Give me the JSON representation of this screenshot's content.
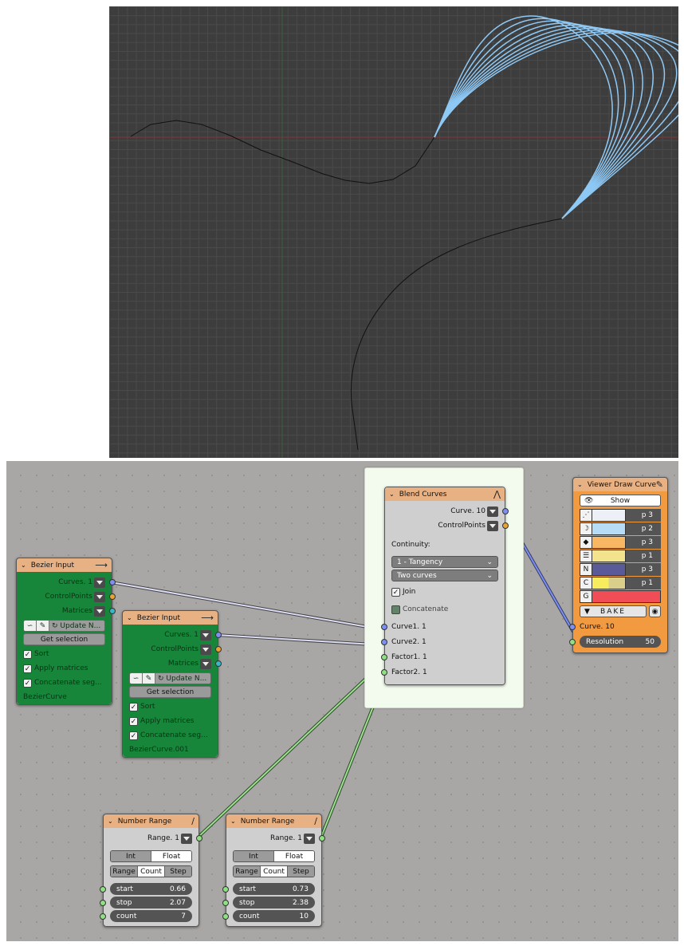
{
  "bezier_input_1": {
    "title": "Bezier Input",
    "outputs": {
      "curves": "Curves. 1",
      "control_points": "ControlPoints",
      "matrices": "Matrices"
    },
    "update_label": "Update N...",
    "get_selection": "Get selection",
    "sort": "Sort",
    "apply_matrices": "Apply matrices",
    "concatenate": "Concatenate seg...",
    "object_name": "BezierCurve"
  },
  "bezier_input_2": {
    "title": "Bezier Input",
    "outputs": {
      "curves": "Curves. 1",
      "control_points": "ControlPoints",
      "matrices": "Matrices"
    },
    "update_label": "Update N...",
    "get_selection": "Get selection",
    "sort": "Sort",
    "apply_matrices": "Apply matrices",
    "concatenate": "Concatenate seg...",
    "object_name": "BezierCurve.001"
  },
  "blend_curves": {
    "title": "Blend Curves",
    "outputs": {
      "curve": "Curve. 10",
      "control_points": "ControlPoints"
    },
    "continuity_label": "Continuity:",
    "continuity_value": "1 - Tangency",
    "mode_value": "Two curves",
    "join": "Join",
    "concatenate": "Concatenate",
    "inputs": {
      "curve1": "Curve1. 1",
      "curve2": "Curve2. 1",
      "factor1": "Factor1. 1",
      "factor2": "Factor2. 1"
    }
  },
  "viewer_draw_curve": {
    "title": "Viewer Draw Curve",
    "show": "Show",
    "rows": [
      {
        "icon": "⋰",
        "value": "p 3",
        "color": "#eef0f8"
      },
      {
        "icon": "☽",
        "value": "p 2",
        "color": "#b7dcf8"
      },
      {
        "icon": "◆",
        "value": "p 3",
        "color": "#f8b762"
      },
      {
        "icon": "☰",
        "value": "p 1",
        "color": "#f3e38d"
      },
      {
        "icon": "N",
        "value": "p 3",
        "color": "#5a5a98"
      },
      {
        "icon": "C",
        "value": "p 1",
        "color": "#f6ec5e"
      }
    ],
    "g_icon": "G",
    "g_color": "#f04d57",
    "bake": "BAKE",
    "input_curve": "Curve. 10",
    "resolution_label": "Resolution",
    "resolution_value": "50"
  },
  "number_range_1": {
    "title": "Number Range",
    "output": "Range. 1",
    "type_tabs": [
      "Int",
      "Float"
    ],
    "mode_tabs": [
      "Range",
      "Count",
      "Step"
    ],
    "start_label": "start",
    "start_value": "0.66",
    "stop_label": "stop",
    "stop_value": "2.07",
    "count_label": "count",
    "count_value": "7"
  },
  "number_range_2": {
    "title": "Number Range",
    "output": "Range. 1",
    "type_tabs": [
      "Int",
      "Float"
    ],
    "mode_tabs": [
      "Range",
      "Count",
      "Step"
    ],
    "start_label": "start",
    "start_value": "0.73",
    "stop_label": "stop",
    "stop_value": "2.38",
    "count_label": "count",
    "count_value": "10"
  },
  "colors": {
    "blend_curve_color": "#8ec9f6",
    "input_curve_color": "#111111",
    "node_header": "#e7b184",
    "bezier_body": "#17863a",
    "viewer_body": "#f19a3f"
  }
}
